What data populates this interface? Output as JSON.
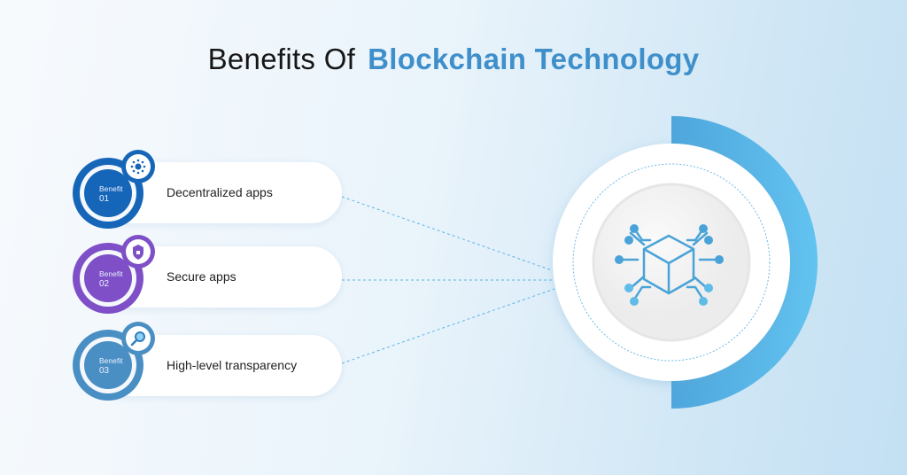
{
  "title": {
    "part1": "Benefits Of",
    "part2": "Blockchain Technology"
  },
  "benefits": [
    {
      "label": "Benefit",
      "number": "01",
      "text": "Decentralized apps",
      "color": "#1565b8",
      "icon": "network-icon"
    },
    {
      "label": "Benefit",
      "number": "02",
      "text": "Secure apps",
      "color": "#7e4fc6",
      "icon": "shield-lock-icon"
    },
    {
      "label": "Benefit",
      "number": "03",
      "text": "High-level transparency",
      "color": "#4a8fc4",
      "icon": "magnifier-icon"
    }
  ],
  "center": {
    "icon": "blockchain-cube-icon",
    "accent": "#55b4e6"
  }
}
